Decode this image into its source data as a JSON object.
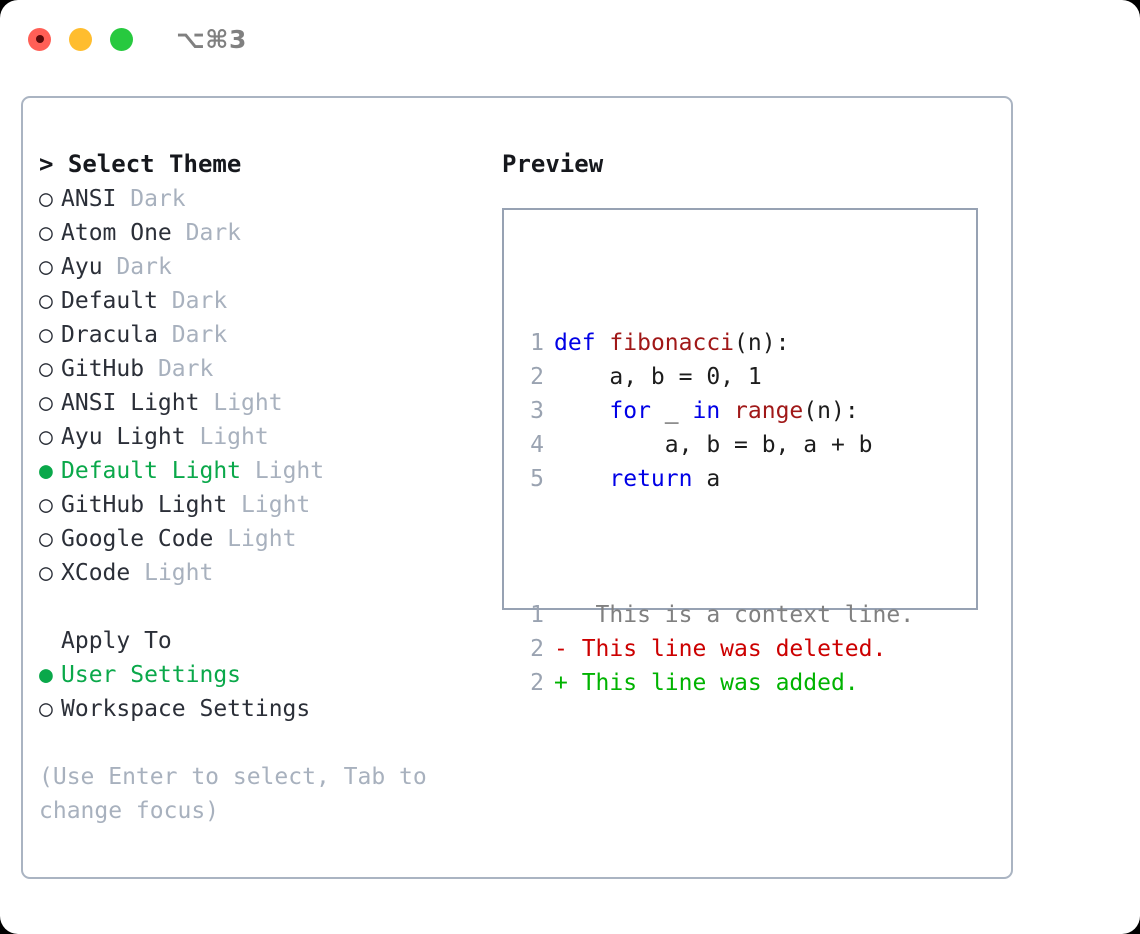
{
  "window": {
    "shortcut_label": "⌥⌘3",
    "traffic_lights": [
      {
        "name": "close-button",
        "color": "#ff5f56"
      },
      {
        "name": "minimize-button",
        "color": "#ffbd2e"
      },
      {
        "name": "maximize-button",
        "color": "#27c93f"
      }
    ]
  },
  "theme_panel": {
    "heading": "> Select Theme",
    "selected_bullet": "●",
    "unselected_bullet": "○",
    "accent_color": "#0aa84a",
    "items": [
      {
        "bullet": "○",
        "name": "ANSI",
        "variant": "Dark",
        "selected": false
      },
      {
        "bullet": "○",
        "name": "Atom One",
        "variant": "Dark",
        "selected": false
      },
      {
        "bullet": "○",
        "name": "Ayu",
        "variant": "Dark",
        "selected": false
      },
      {
        "bullet": "○",
        "name": "Default",
        "variant": "Dark",
        "selected": false
      },
      {
        "bullet": "○",
        "name": "Dracula",
        "variant": "Dark",
        "selected": false
      },
      {
        "bullet": "○",
        "name": "GitHub",
        "variant": "Dark",
        "selected": false
      },
      {
        "bullet": "○",
        "name": "ANSI Light",
        "variant": "Light",
        "selected": false
      },
      {
        "bullet": "○",
        "name": "Ayu Light",
        "variant": "Light",
        "selected": false
      },
      {
        "bullet": "●",
        "name": "Default Light",
        "variant": "Light",
        "selected": true
      },
      {
        "bullet": "○",
        "name": "GitHub Light",
        "variant": "Light",
        "selected": false
      },
      {
        "bullet": "○",
        "name": "Google Code",
        "variant": "Light",
        "selected": false
      },
      {
        "bullet": "○",
        "name": "XCode",
        "variant": "Light",
        "selected": false
      }
    ]
  },
  "apply_to": {
    "heading": "Apply To",
    "items": [
      {
        "bullet": "●",
        "name": "User Settings",
        "selected": true
      },
      {
        "bullet": "○",
        "name": "Workspace Settings",
        "selected": false
      }
    ]
  },
  "hint": {
    "line1": "(Use Enter to select, Tab to",
    "line2": "change focus)"
  },
  "preview": {
    "title": "Preview",
    "code_lines": [
      {
        "num": "1",
        "tokens": [
          {
            "t": "def",
            "c": "kw"
          },
          {
            "t": " ",
            "c": "plain"
          },
          {
            "t": "fibonacci",
            "c": "fn"
          },
          {
            "t": "(n):",
            "c": "plain"
          }
        ]
      },
      {
        "num": "2",
        "tokens": [
          {
            "t": "    a, b = 0, 1",
            "c": "plain"
          }
        ]
      },
      {
        "num": "3",
        "tokens": [
          {
            "t": "    ",
            "c": "plain"
          },
          {
            "t": "for",
            "c": "kw"
          },
          {
            "t": " _ ",
            "c": "plain"
          },
          {
            "t": "in",
            "c": "kw"
          },
          {
            "t": " ",
            "c": "plain"
          },
          {
            "t": "range",
            "c": "fn"
          },
          {
            "t": "(n):",
            "c": "plain"
          }
        ]
      },
      {
        "num": "4",
        "tokens": [
          {
            "t": "        a, b = b, a + b",
            "c": "plain"
          }
        ]
      },
      {
        "num": "5",
        "tokens": [
          {
            "t": "    ",
            "c": "plain"
          },
          {
            "t": "return",
            "c": "kw"
          },
          {
            "t": " a",
            "c": "plain"
          }
        ]
      }
    ],
    "diff_lines": [
      {
        "num": "1",
        "marker": " ",
        "text": "  This is a context line.",
        "kind": "ctx"
      },
      {
        "num": "2",
        "marker": "-",
        "text": " This line was deleted.",
        "kind": "del"
      },
      {
        "num": "2",
        "marker": "+",
        "text": " This line was added.",
        "kind": "add"
      }
    ],
    "colors": {
      "keyword": "#0000e6",
      "function": "#a01818",
      "plain": "#1d1d1d",
      "line_number": "#9aa3b1",
      "context": "#808080",
      "deleted": "#cc0000",
      "added": "#00b300"
    }
  }
}
